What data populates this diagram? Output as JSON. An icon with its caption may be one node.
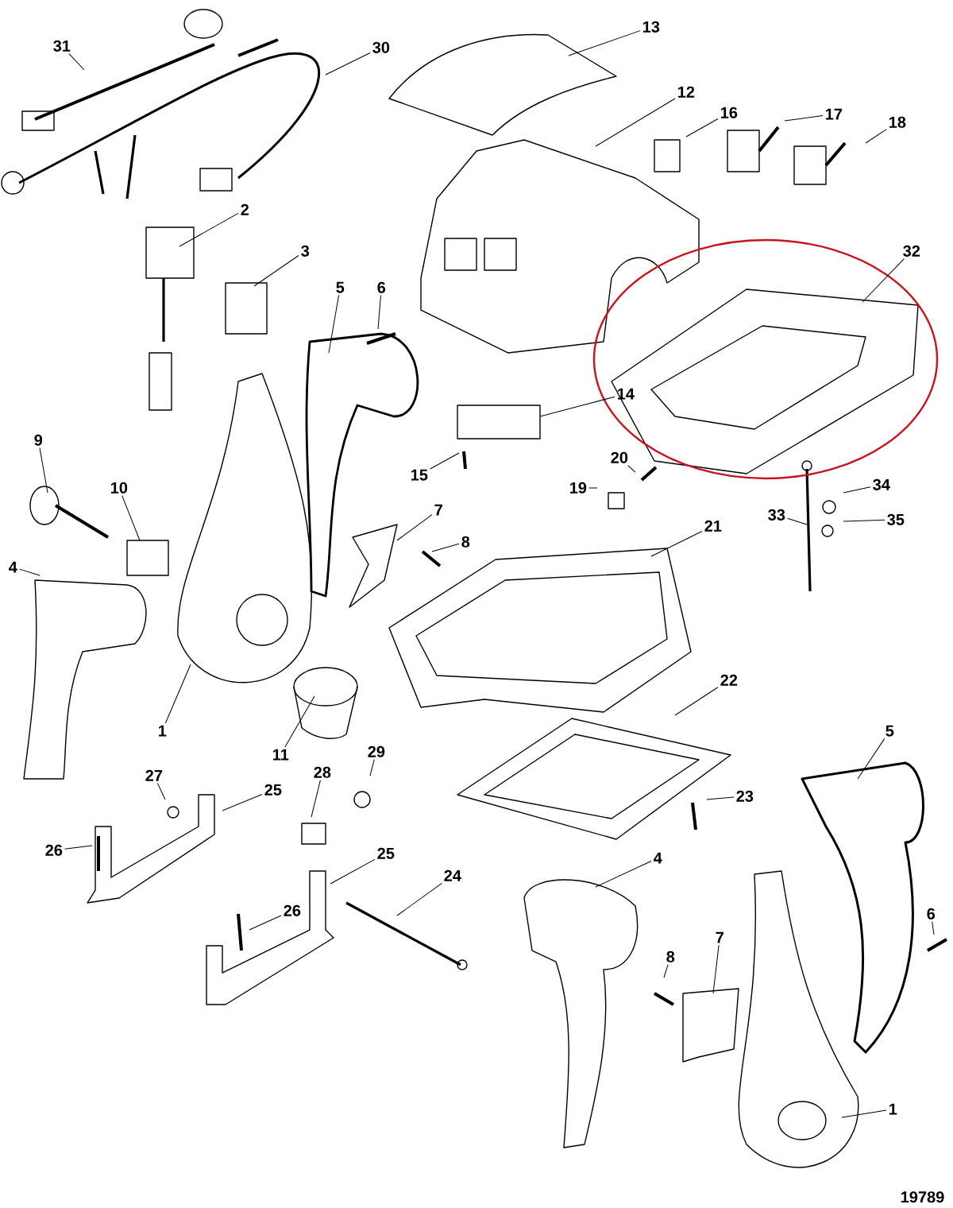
{
  "diagram": {
    "nodes": [
      {
        "text": [
          "13"
        ]
      },
      {
        "text": [
          "31"
        ]
      },
      {
        "text": [
          "30"
        ]
      },
      {
        "text": [
          "12"
        ]
      },
      {
        "text": [
          "16"
        ]
      },
      {
        "text": [
          "17"
        ]
      },
      {
        "text": [
          "18"
        ]
      },
      {
        "text": [
          "2"
        ]
      },
      {
        "text": [
          "32"
        ]
      },
      {
        "text": [
          "3"
        ]
      },
      {
        "text": [
          "5"
        ]
      },
      {
        "text": [
          "6"
        ]
      },
      {
        "text": [
          "14"
        ]
      },
      {
        "text": [
          "9"
        ]
      },
      {
        "text": [
          "20"
        ]
      },
      {
        "text": [
          "15"
        ]
      },
      {
        "text": [
          "10"
        ]
      },
      {
        "text": [
          "19"
        ]
      },
      {
        "text": [
          "34"
        ]
      },
      {
        "text": [
          "33"
        ]
      },
      {
        "text": [
          "35"
        ]
      },
      {
        "text": [
          "7"
        ]
      },
      {
        "text": [
          "21"
        ]
      },
      {
        "text": [
          "8"
        ]
      },
      {
        "text": [
          "4"
        ]
      },
      {
        "text": [
          "22"
        ]
      },
      {
        "text": [
          "1"
        ]
      },
      {
        "text": [
          "11"
        ]
      },
      {
        "text": [
          "5"
        ]
      },
      {
        "text": [
          "29"
        ]
      },
      {
        "text": [
          "27"
        ]
      },
      {
        "text": [
          "28"
        ]
      },
      {
        "text": [
          "25"
        ]
      },
      {
        "text": [
          "23"
        ]
      },
      {
        "text": [
          "26"
        ]
      },
      {
        "text": [
          "25"
        ]
      },
      {
        "text": [
          "24"
        ]
      },
      {
        "text": [
          "4"
        ]
      },
      {
        "text": [
          "26"
        ]
      },
      {
        "text": [
          "8"
        ]
      },
      {
        "text": [
          "7"
        ]
      },
      {
        "text": [
          "6"
        ]
      },
      {
        "text": [
          "1"
        ]
      }
    ],
    "edges": [
      {
        "from": 0,
        "to": null,
        "arrow": "none"
      },
      {
        "from": 1,
        "to": null,
        "arrow": "none"
      },
      {
        "from": 2,
        "to": null,
        "arrow": "none"
      },
      {
        "from": 3,
        "to": null,
        "arrow": "none"
      },
      {
        "from": 4,
        "to": null,
        "arrow": "none"
      },
      {
        "from": 5,
        "to": null,
        "arrow": "none"
      },
      {
        "from": 6,
        "to": null,
        "arrow": "none"
      },
      {
        "from": 7,
        "to": null,
        "arrow": "none"
      },
      {
        "from": 8,
        "to": null,
        "arrow": "none"
      },
      {
        "from": 9,
        "to": null,
        "arrow": "none"
      },
      {
        "from": 10,
        "to": null,
        "arrow": "none"
      },
      {
        "from": 11,
        "to": null,
        "arrow": "none"
      },
      {
        "from": 12,
        "to": null,
        "arrow": "none"
      },
      {
        "from": 13,
        "to": null,
        "arrow": "none"
      },
      {
        "from": 14,
        "to": null,
        "arrow": "none"
      },
      {
        "from": 15,
        "to": null,
        "arrow": "none"
      },
      {
        "from": 16,
        "to": null,
        "arrow": "none"
      },
      {
        "from": 17,
        "to": null,
        "arrow": "none"
      },
      {
        "from": 18,
        "to": null,
        "arrow": "none"
      },
      {
        "from": 19,
        "to": null,
        "arrow": "none"
      },
      {
        "from": 20,
        "to": null,
        "arrow": "none"
      },
      {
        "from": 21,
        "to": null,
        "arrow": "none"
      },
      {
        "from": 22,
        "to": null,
        "arrow": "none"
      },
      {
        "from": 23,
        "to": null,
        "arrow": "none"
      },
      {
        "from": 24,
        "to": null,
        "arrow": "none"
      },
      {
        "from": 25,
        "to": null,
        "arrow": "none"
      },
      {
        "from": 26,
        "to": null,
        "arrow": "none"
      },
      {
        "from": 27,
        "to": null,
        "arrow": "none"
      },
      {
        "from": 28,
        "to": null,
        "arrow": "none"
      },
      {
        "from": 29,
        "to": null,
        "arrow": "none"
      },
      {
        "from": 30,
        "to": null,
        "arrow": "none"
      },
      {
        "from": 31,
        "to": null,
        "arrow": "none"
      },
      {
        "from": 32,
        "to": null,
        "arrow": "none"
      },
      {
        "from": 33,
        "to": null,
        "arrow": "none"
      },
      {
        "from": 34,
        "to": null,
        "arrow": "none"
      },
      {
        "from": 35,
        "to": null,
        "arrow": "none"
      },
      {
        "from": 36,
        "to": null,
        "arrow": "none"
      },
      {
        "from": 37,
        "to": null,
        "arrow": "none"
      },
      {
        "from": 38,
        "to": null,
        "arrow": "none"
      },
      {
        "from": 39,
        "to": null,
        "arrow": "none"
      },
      {
        "from": 40,
        "to": null,
        "arrow": "none"
      },
      {
        "from": 41,
        "to": null,
        "arrow": "none"
      },
      {
        "from": 42,
        "to": null,
        "arrow": "none"
      }
    ],
    "labels": [
      "19789"
    ]
  }
}
